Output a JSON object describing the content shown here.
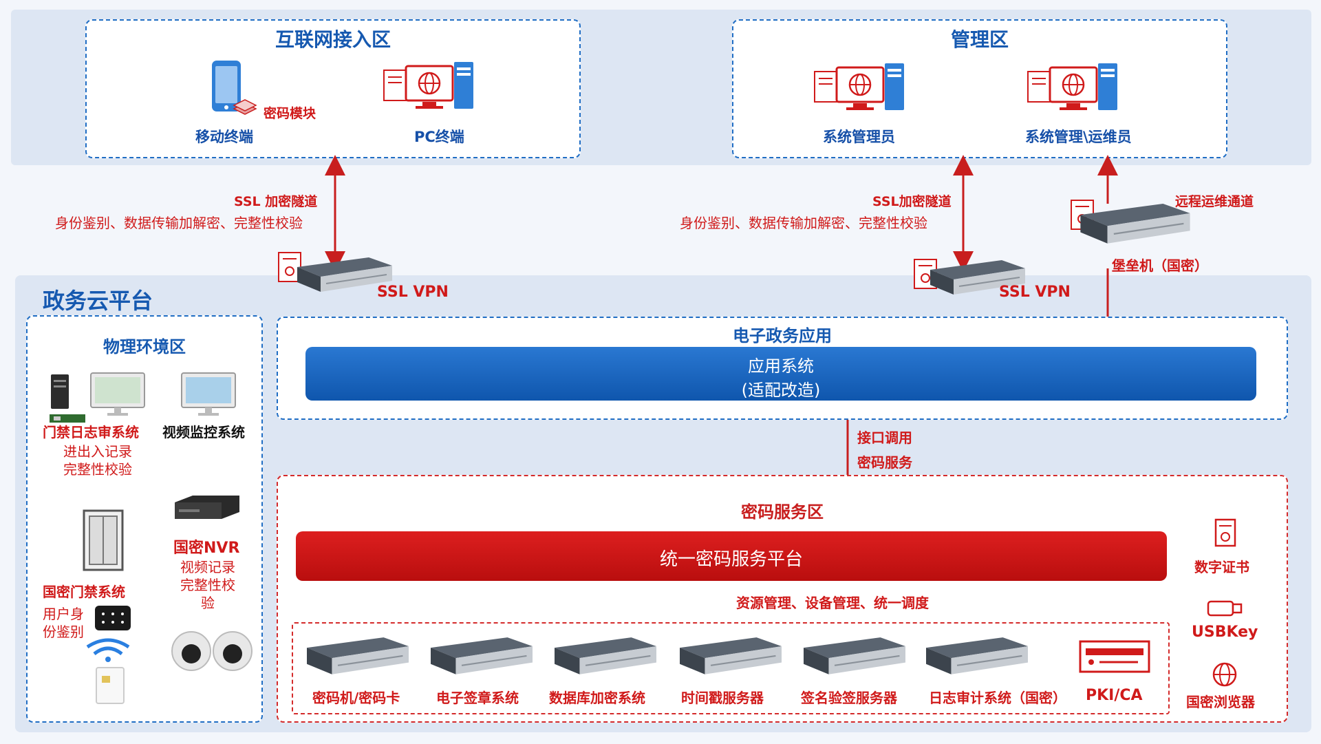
{
  "zones": {
    "internet": {
      "title": "互联网接入区"
    },
    "management": {
      "title": "管理区"
    },
    "gov_cloud": {
      "title": "政务云平台"
    },
    "physical": {
      "title": "物理环境区"
    },
    "egov": {
      "title": "电子政务应用"
    },
    "crypto": {
      "title": "密码服务区"
    }
  },
  "internet": {
    "mobile_label": "移动终端",
    "crypto_module_label": "密码模块",
    "pc_label": "PC终端"
  },
  "management": {
    "sysadmin_label": "系统管理员",
    "ops_label": "系统管理\\运维员"
  },
  "links": {
    "left_tunnel": "SSL 加密隧道",
    "left_desc": "身份鉴别、数据传输加解密、完整性校验",
    "right_tunnel": "SSL加密隧道",
    "right_desc": "身份鉴别、数据传输加解密、完整性校验",
    "remote_ops": "远程运维通道",
    "interface_call": "接口调用",
    "crypto_service": "密码服务",
    "resource_mgmt": "资源管理、设备管理、统一调度"
  },
  "devices": {
    "vpn_left": "SSL VPN",
    "vpn_right": "SSL VPN",
    "bastion": "堡垒机（国密）"
  },
  "egov": {
    "app_line1": "应用系统",
    "app_line2": "(适配改造)"
  },
  "physical": {
    "access_log": "门禁日志审系统",
    "access_log_desc1": "进出入记录",
    "access_log_desc2": "完整性校验",
    "video": "视频监控系统",
    "nvr": "国密NVR",
    "nvr_desc1": "视频记录",
    "nvr_desc2": "完整性校",
    "nvr_desc3": "验",
    "access_ctrl": "国密门禁系统",
    "access_ctrl_desc1": "用户身",
    "access_ctrl_desc2": "份鉴别"
  },
  "crypto": {
    "platform": "统一密码服务平台",
    "servers": [
      "密码机/密码卡",
      "电子签章系统",
      "数据库加密系统",
      "时间戳服务器",
      "签名验签服务器",
      "日志审计系统（国密）"
    ],
    "pki": "PKI/CA",
    "side": [
      "数字证书",
      "USBKey",
      "国密浏览器"
    ]
  },
  "colors": {
    "blue": "#1659b0",
    "red": "#d01a1a",
    "band": "#dde6f3"
  }
}
